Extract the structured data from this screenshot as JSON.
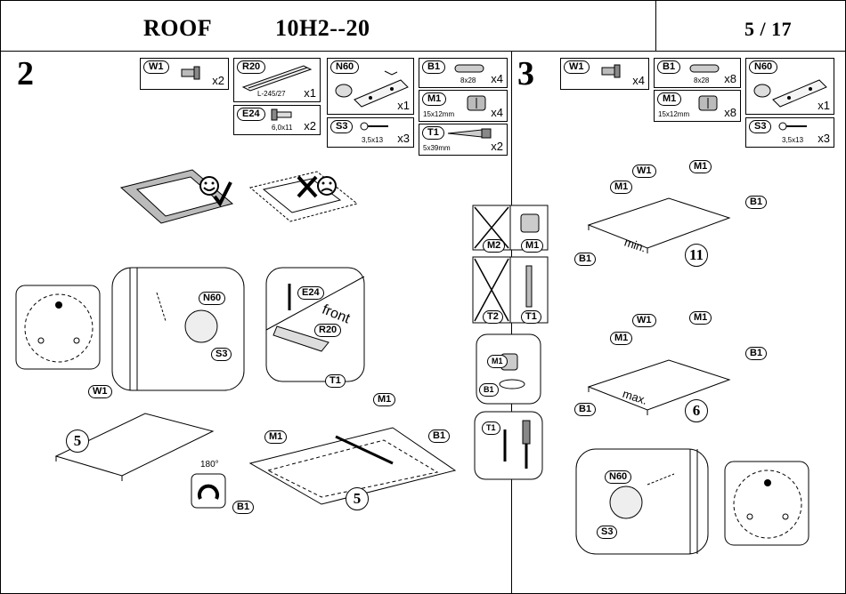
{
  "header": {
    "name": "ROOF",
    "code": "10H2--20",
    "page": "5 / 17"
  },
  "step2": {
    "number": "2",
    "parts": [
      {
        "code": "W1",
        "qty": "x2",
        "dim": ""
      },
      {
        "code": "R20",
        "qty": "x1",
        "dim": "L-245/27"
      },
      {
        "code": "N60",
        "qty": "x1",
        "dim": ""
      },
      {
        "code": "B1",
        "qty": "x4",
        "dim": "8x28"
      },
      {
        "code": "E24",
        "qty": "x2",
        "dim": "6,0x11"
      },
      {
        "code": "M1",
        "qty": "x4",
        "dim": "15x12mm"
      },
      {
        "code": "S3",
        "qty": "x3",
        "dim": "3,5x13"
      },
      {
        "code": "T1",
        "qty": "x2",
        "dim": "5x39mm"
      }
    ],
    "labels": {
      "front": "front",
      "rotate": "180°",
      "panel_num": "5",
      "panel_num2": "5"
    }
  },
  "middle": {
    "m2": "M2",
    "m1": "M1",
    "t2": "T2",
    "t1": "T1",
    "b1": "B1"
  },
  "step3": {
    "number": "3",
    "parts": [
      {
        "code": "W1",
        "qty": "x4",
        "dim": ""
      },
      {
        "code": "B1",
        "qty": "x8",
        "dim": "8x28"
      },
      {
        "code": "N60",
        "qty": "x1",
        "dim": ""
      },
      {
        "code": "M1",
        "qty": "x8",
        "dim": "15x12mm"
      },
      {
        "code": "S3",
        "qty": "x3",
        "dim": "3,5x13"
      }
    ],
    "labels": {
      "min": "min.",
      "max": "max.",
      "panel_a": "11",
      "panel_b": "6"
    }
  }
}
